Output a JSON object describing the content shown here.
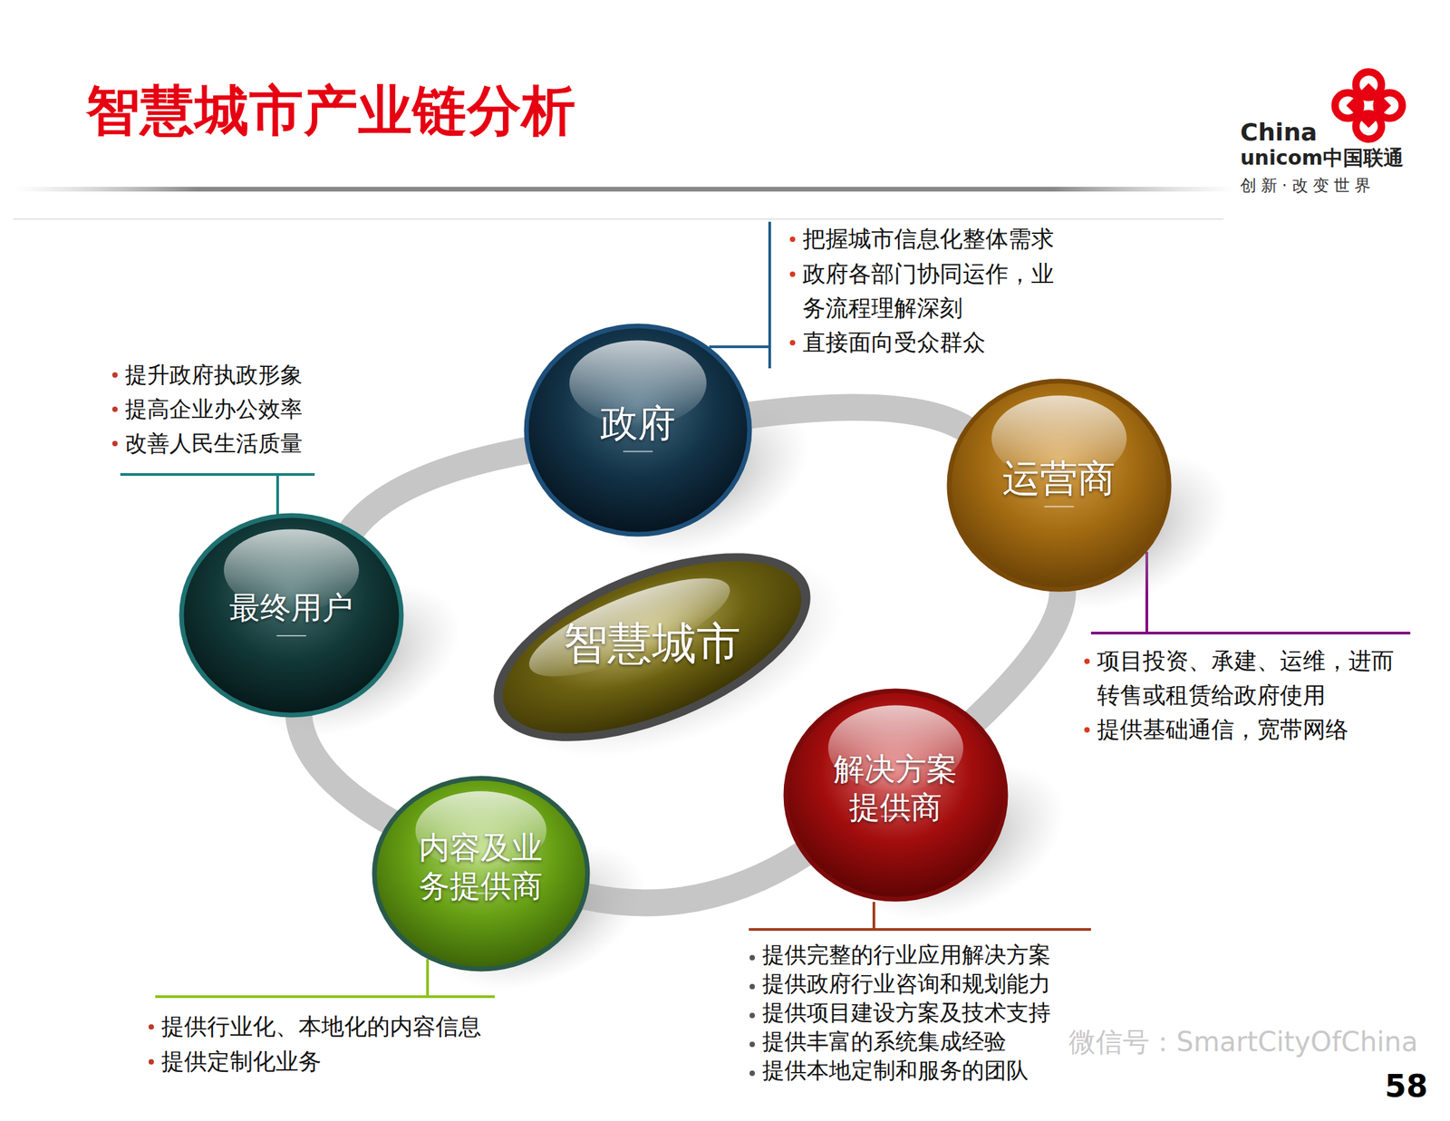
{
  "diagram": {
    "title": "智慧城市产业链分析",
    "nodes": [
      {
        "text": [
          "政府"
        ]
      },
      {
        "text": [
          "运营商"
        ]
      },
      {
        "text": [
          "最终用户"
        ]
      },
      {
        "text": [
          "智慧城市"
        ]
      },
      {
        "text": [
          "解决方案 提供商"
        ]
      },
      {
        "text": [
          "内容及业 务提供商"
        ]
      }
    ],
    "edges": [
      {
        "from": 0,
        "to": 1,
        "arrow": "none"
      },
      {
        "from": 1,
        "to": 4,
        "arrow": "none"
      },
      {
        "from": 4,
        "to": 5,
        "arrow": "none"
      },
      {
        "from": 5,
        "to": 2,
        "arrow": "none"
      },
      {
        "from": 2,
        "to": 0,
        "arrow": "none"
      }
    ],
    "labels": [
      "把握城市信息化整体需求",
      "政府各部门协同运作，业 务流程理解深刻",
      "直接面向受众群众",
      "提升政府执政形象",
      "提高企业办公效率",
      "改善人民生活质量",
      "项目投资、承建、运维，进而 转售或租赁给政府使用",
      "提供基础通信，宽带网络",
      "提供完整的行业应用解决方案",
      "提供政府行业咨询和规划能力",
      "提供项目建设方案及技术支持",
      "提供丰富的系统集成经验",
      "提供本地定制和服务的团队",
      "提供行业化、本地化的内容信息",
      "提供定制化业务",
      "China",
      "unicom中国联通",
      "创新·改变世界",
      "微信号：SmartCityOfChina",
      "58"
    ]
  }
}
